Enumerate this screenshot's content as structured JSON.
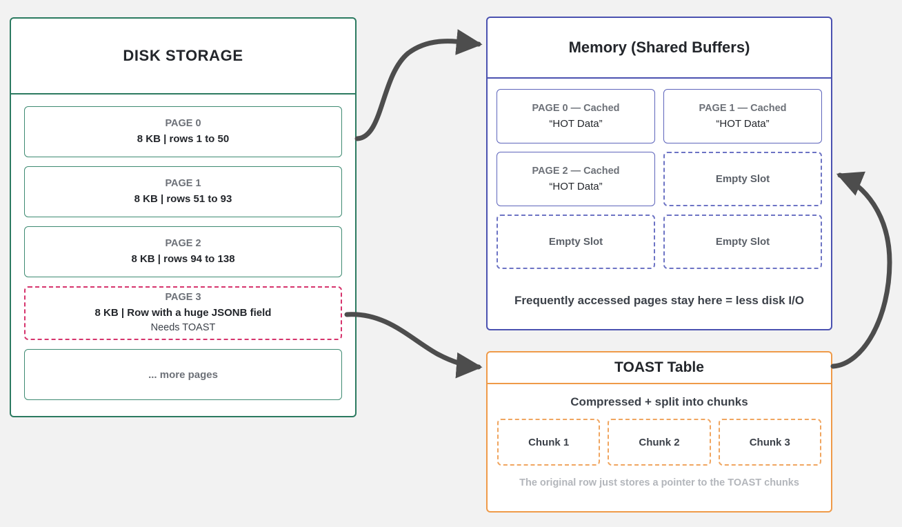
{
  "colors": {
    "background": "#f2f2f2",
    "disk_border": "#2b7a60",
    "memory_border": "#4a51b0",
    "toast_border": "#ef9a48",
    "highlight_pink": "#d6336c",
    "arrow": "#4d4d4d",
    "text_dark": "#23262b",
    "text_muted": "#6d7178",
    "text_faint": "#b3b6bb"
  },
  "disk": {
    "title": "DISK STORAGE",
    "pages": [
      {
        "title": "PAGE 0",
        "detail": "8 KB | rows 1 to 50",
        "note": "",
        "flagged": false
      },
      {
        "title": "PAGE 1",
        "detail": "8 KB | rows 51 to 93",
        "note": "",
        "flagged": false
      },
      {
        "title": "PAGE 2",
        "detail": "8 KB | rows 94 to 138",
        "note": "",
        "flagged": false
      },
      {
        "title": "PAGE 3",
        "detail": "8 KB | Row with a huge JSONB field",
        "note": "Needs TOAST",
        "flagged": true
      }
    ],
    "more_label": "... more pages"
  },
  "memory": {
    "title": "Memory (Shared Buffers)",
    "slots": [
      {
        "kind": "cached",
        "title": "PAGE 0 — Cached",
        "sub": "“HOT Data”"
      },
      {
        "kind": "cached",
        "title": "PAGE 1 — Cached",
        "sub": "“HOT Data”"
      },
      {
        "kind": "cached",
        "title": "PAGE 2 — Cached",
        "sub": "“HOT Data”"
      },
      {
        "kind": "empty",
        "title": "Empty Slot",
        "sub": ""
      },
      {
        "kind": "empty",
        "title": "Empty Slot",
        "sub": ""
      },
      {
        "kind": "empty",
        "title": "Empty Slot",
        "sub": ""
      }
    ],
    "footer": "Frequently accessed pages stay here = less disk I/O"
  },
  "toast": {
    "title": "TOAST Table",
    "subtitle": "Compressed + split into chunks",
    "chunks": [
      "Chunk 1",
      "Chunk 2",
      "Chunk 3"
    ],
    "footer": "The original row just stores a pointer to the TOAST chunks"
  },
  "arrows": [
    {
      "name": "disk-to-memory",
      "from": "DISK STORAGE",
      "to": "Memory (Shared Buffers)"
    },
    {
      "name": "page3-to-toast",
      "from": "PAGE 3",
      "to": "TOAST Table"
    },
    {
      "name": "toast-to-memory",
      "from": "TOAST Table",
      "to": "Memory (Shared Buffers)"
    }
  ]
}
